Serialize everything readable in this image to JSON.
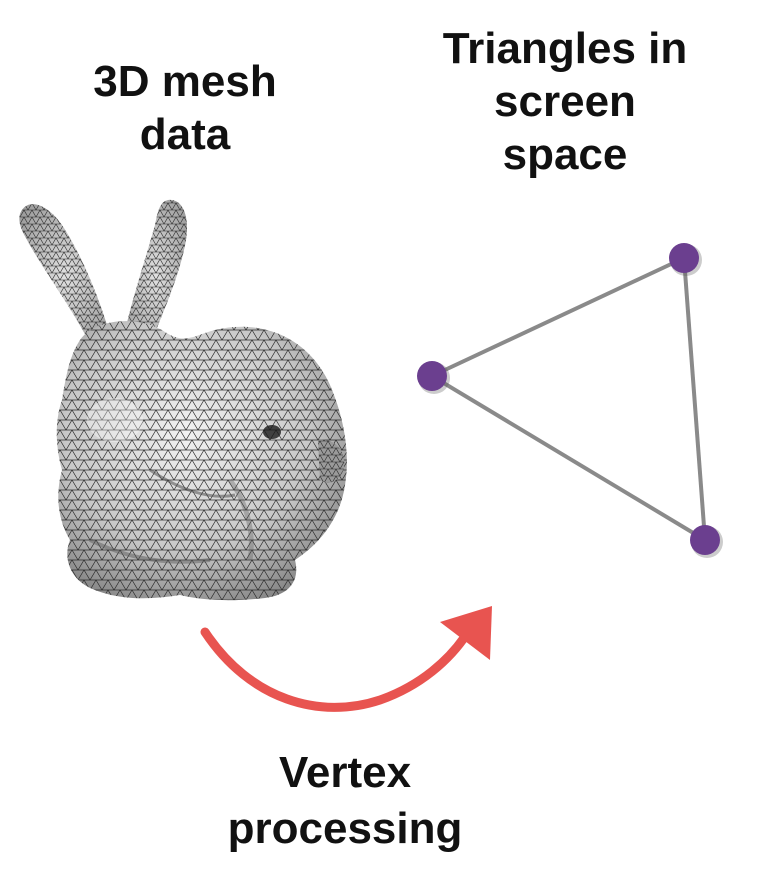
{
  "labels": {
    "mesh": [
      "3D mesh",
      "data"
    ],
    "screen": [
      "Triangles in",
      "screen",
      "space"
    ],
    "processing": [
      "Vertex",
      "processing"
    ]
  },
  "icons": {
    "mesh": "bunny-wireframe-mesh",
    "arrow": "curved-arrow",
    "triangle": "triangle-with-vertices"
  },
  "colors": {
    "vertex": "#6b3f8f",
    "edge": "#8a8a8a",
    "arrow": "#e85450",
    "text": "#111111"
  }
}
